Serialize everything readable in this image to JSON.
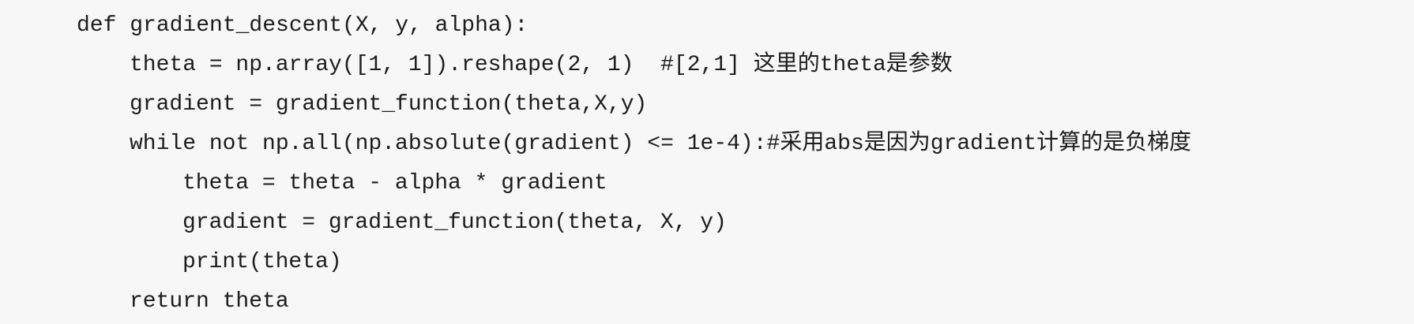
{
  "code": {
    "lines": [
      "def gradient_descent(X, y, alpha):",
      "theta = np.array([1, 1]).reshape(2, 1)  #[2,1] 这里的theta是参数",
      "gradient = gradient_function(theta,X,y)",
      "while not np.all(np.absolute(gradient) <= 1e-4):#采用abs是因为gradient计算的是负梯度",
      "theta = theta - alpha * gradient",
      "gradient = gradient_function(theta, X, y)",
      "print(theta)",
      "return theta"
    ]
  }
}
